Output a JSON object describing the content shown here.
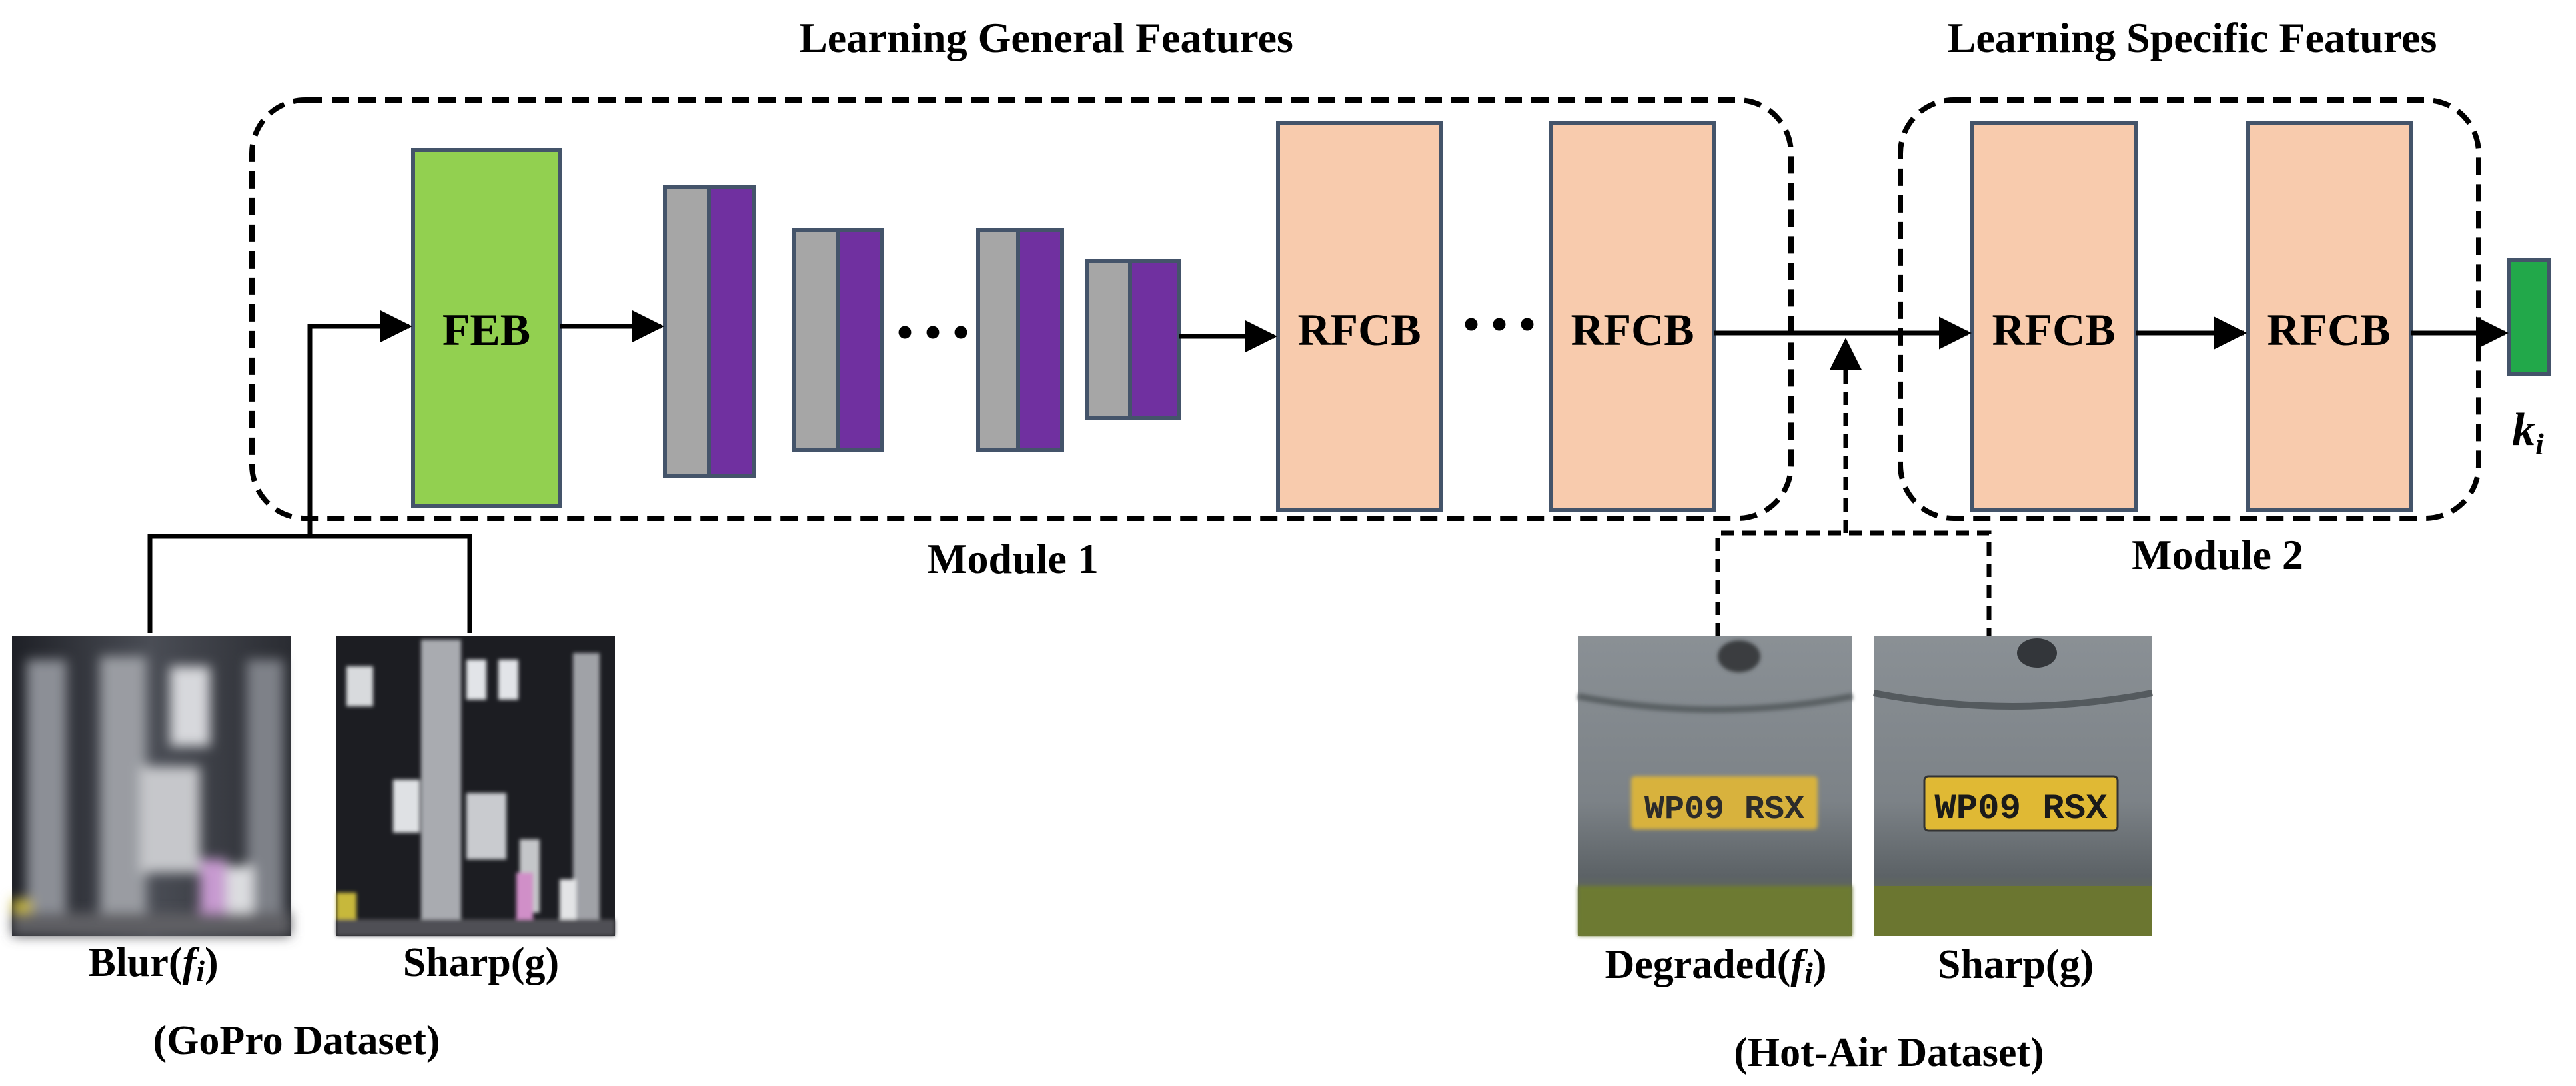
{
  "titles": {
    "general": "Learning General Features",
    "specific": "Learning Specific Features"
  },
  "modules": {
    "m1": "Module 1",
    "m2": "Module 2"
  },
  "blocks": {
    "feb": "FEB",
    "rfcb": "RFCB",
    "ellipsis": "• • •"
  },
  "output": {
    "label_base": "k",
    "label_sub": "i"
  },
  "gopro": {
    "blur_prefix": "Blur(",
    "blur_f": "f",
    "blur_i": "i",
    "blur_suffix": ")",
    "sharp": "Sharp(g)",
    "dataset": "(GoPro Dataset)"
  },
  "hotair": {
    "degraded_prefix": "Degraded(",
    "degraded_f": "f",
    "degraded_i": "i",
    "degraded_suffix": ")",
    "sharp": "Sharp(g)",
    "dataset": "(Hot-Air Dataset)",
    "plate_text": "WP09 RSX"
  },
  "colors": {
    "feb": "#92d050",
    "gray": "#a6a6a6",
    "purple": "#7030a0",
    "rfcb": "#f8cbad",
    "output": "#22a84a",
    "border": "#44546a"
  }
}
